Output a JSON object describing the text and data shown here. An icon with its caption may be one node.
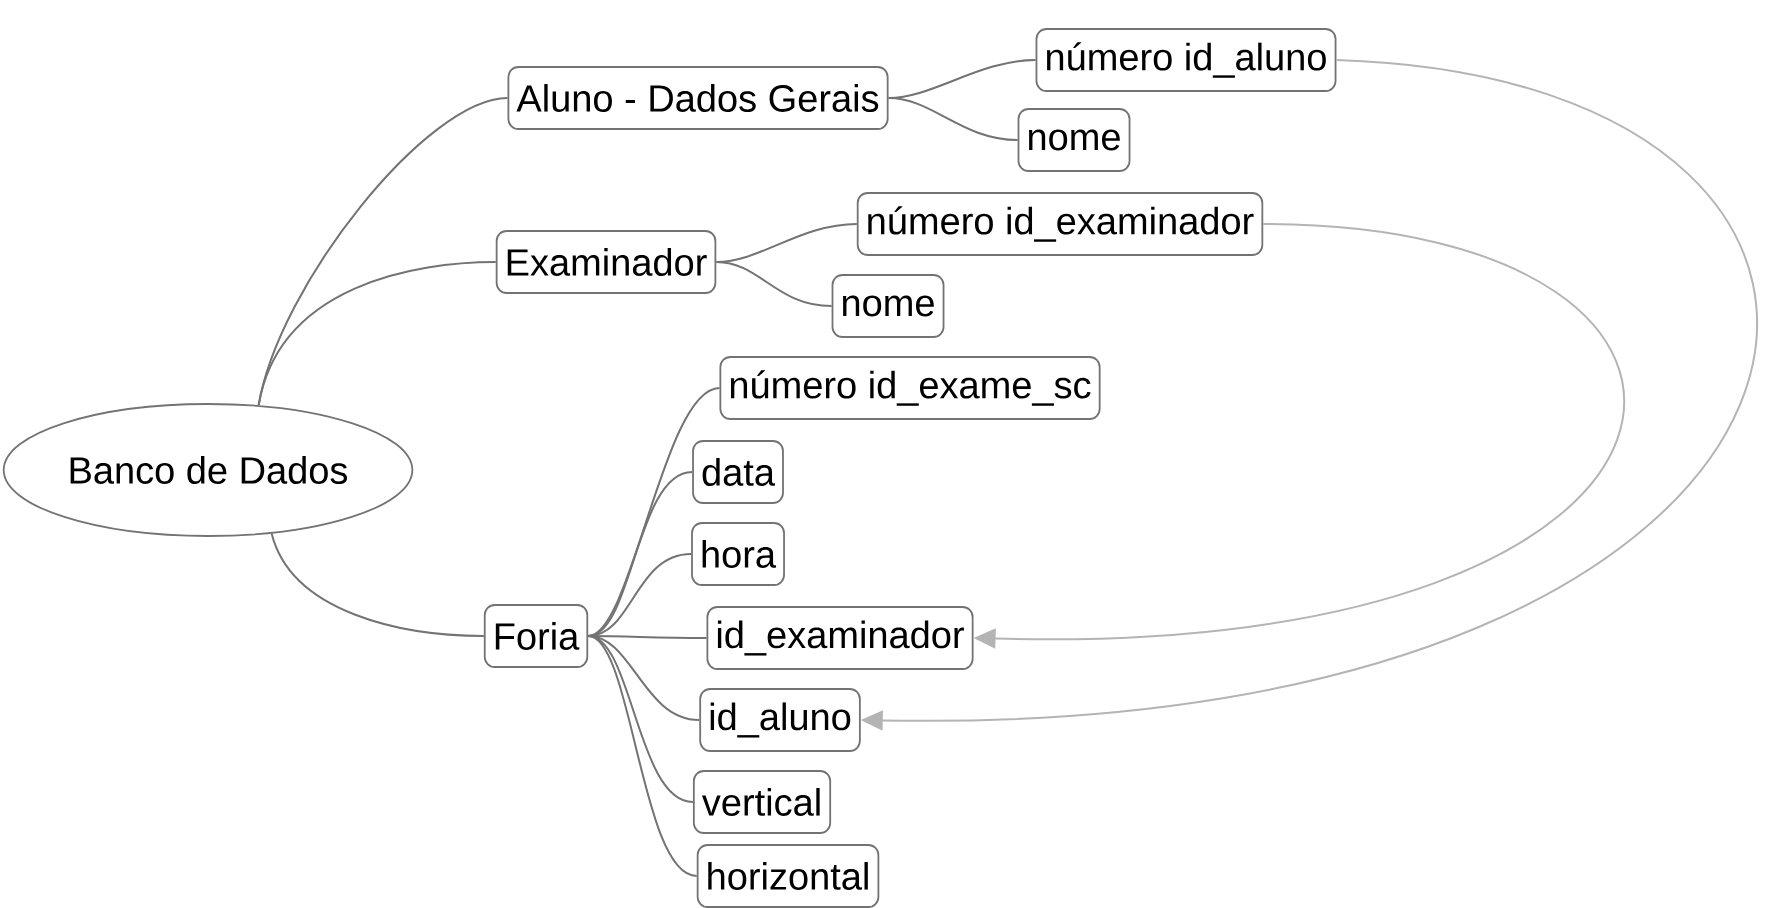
{
  "diagram": {
    "nodes": [
      {
        "text": [
          "Banco de Dados"
        ]
      },
      {
        "text": [
          "Aluno - Dados Gerais"
        ]
      },
      {
        "text": [
          "número id_aluno"
        ]
      },
      {
        "text": [
          "nome"
        ]
      },
      {
        "text": [
          "Examinador"
        ]
      },
      {
        "text": [
          "número id_examinador"
        ]
      },
      {
        "text": [
          "nome"
        ]
      },
      {
        "text": [
          "Foria"
        ]
      },
      {
        "text": [
          "número id_exame_sc"
        ]
      },
      {
        "text": [
          "data"
        ]
      },
      {
        "text": [
          "hora"
        ]
      },
      {
        "text": [
          "id_examinador"
        ]
      },
      {
        "text": [
          "id_aluno"
        ]
      },
      {
        "text": [
          "vertical"
        ]
      },
      {
        "text": [
          "horizontal"
        ]
      }
    ],
    "edges": [
      {
        "from": 0,
        "to": 1,
        "arrow": "none"
      },
      {
        "from": 0,
        "to": 4,
        "arrow": "none"
      },
      {
        "from": 0,
        "to": 7,
        "arrow": "none"
      },
      {
        "from": 1,
        "to": 2,
        "arrow": "none"
      },
      {
        "from": 1,
        "to": 3,
        "arrow": "none"
      },
      {
        "from": 4,
        "to": 5,
        "arrow": "none"
      },
      {
        "from": 4,
        "to": 6,
        "arrow": "none"
      },
      {
        "from": 7,
        "to": 8,
        "arrow": "none"
      },
      {
        "from": 7,
        "to": 9,
        "arrow": "none"
      },
      {
        "from": 7,
        "to": 10,
        "arrow": "none"
      },
      {
        "from": 7,
        "to": 11,
        "arrow": "none"
      },
      {
        "from": 7,
        "to": 12,
        "arrow": "none"
      },
      {
        "from": 7,
        "to": 13,
        "arrow": "none"
      },
      {
        "from": 7,
        "to": 14,
        "arrow": "none"
      },
      {
        "from": 2,
        "to": 12,
        "arrow": "to",
        "color": "#b4b4b4"
      },
      {
        "from": 5,
        "to": 11,
        "arrow": "to",
        "color": "#b4b4b4"
      }
    ]
  }
}
